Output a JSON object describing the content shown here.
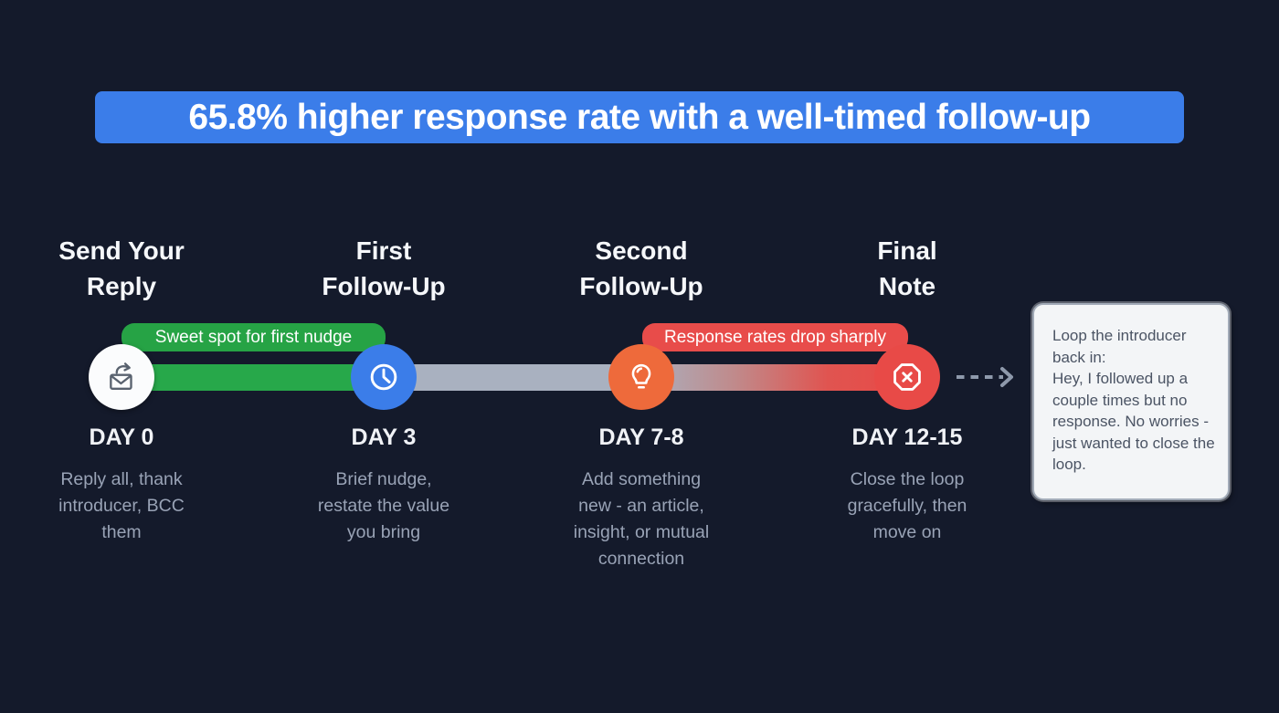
{
  "title": {
    "text": "65.8% higher response rate with a well-timed follow-up",
    "background_color": "#3b7de9"
  },
  "colors": {
    "page_background": "#141a2b",
    "green": "#26a345",
    "blue": "#3b7de9",
    "orange": "#ee6a3b",
    "red": "#e84a47",
    "gray_track": "#a9b1c0",
    "description_text": "#99a3b6",
    "card_background": "#f3f5f7",
    "card_text": "#4b5464"
  },
  "timeline": {
    "steps": [
      {
        "heading": "Send Your\nReply",
        "day": "DAY 0",
        "description": "Reply all, thank\nintroducer, BCC\nthem",
        "icon": "mail-reply-icon",
        "node_color": "#ffffff"
      },
      {
        "heading": "First\nFollow-Up",
        "day": "DAY 3",
        "description": "Brief nudge,\nrestate the value\nyou bring",
        "icon": "clock-icon",
        "node_color": "#3b7de9"
      },
      {
        "heading": "Second\nFollow-Up",
        "day": "DAY 7-8",
        "description": "Add something\nnew - an article,\ninsight, or mutual\nconnection",
        "icon": "lightbulb-icon",
        "node_color": "#ee6a3b"
      },
      {
        "heading": "Final\nNote",
        "day": "DAY 12-15",
        "description": "Close the loop\ngracefully, then\nmove on",
        "icon": "octagon-x-icon",
        "node_color": "#e84a47"
      }
    ],
    "badges": [
      {
        "text": "Sweet spot for first nudge",
        "color": "#26a345"
      },
      {
        "text": "Response rates drop sharply",
        "color": "#e84c4a"
      }
    ]
  },
  "note_card": {
    "text": "Loop the introducer back in:\nHey, I followed up a couple times but no response. No worries - just wanted to close the loop."
  }
}
